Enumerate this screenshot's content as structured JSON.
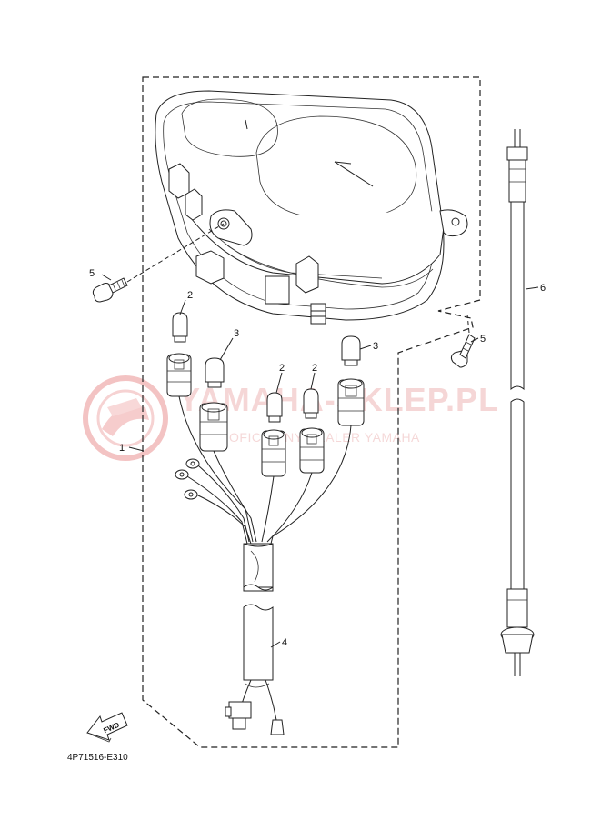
{
  "watermark": {
    "main_text": "YAMAHA-SKLEP.PL",
    "sub_text": "OFICJALNY DEALER YAMAHA",
    "color": "#e88a8a"
  },
  "labels": {
    "part_1": "1",
    "part_2a": "2",
    "part_2b": "2",
    "part_2c": "2",
    "part_3a": "3",
    "part_3b": "3",
    "part_4": "4",
    "part_5a": "5",
    "part_5b": "5",
    "part_6": "6"
  },
  "fwd_badge": "FWD",
  "diagram_code": "4P71516-E310"
}
